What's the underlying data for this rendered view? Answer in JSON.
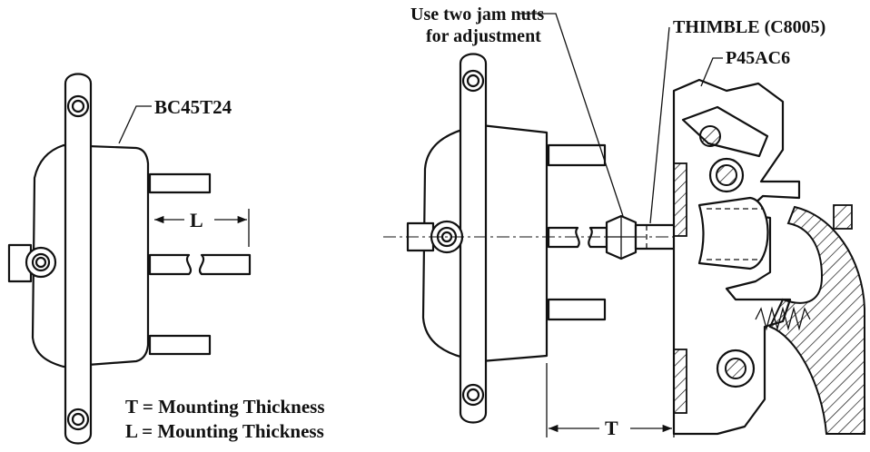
{
  "labels": {
    "part_left": "BC45T24",
    "dim_l": "L",
    "legend_t": "T = Mounting Thickness",
    "legend_l": "L = Mounting Thickness",
    "jam_nuts_line1": "Use two jam nuts",
    "jam_nuts_line2": "for adjustment",
    "thimble": "THIMBLE (C8005)",
    "part_right": "P45AC6",
    "dim_t": "T"
  }
}
